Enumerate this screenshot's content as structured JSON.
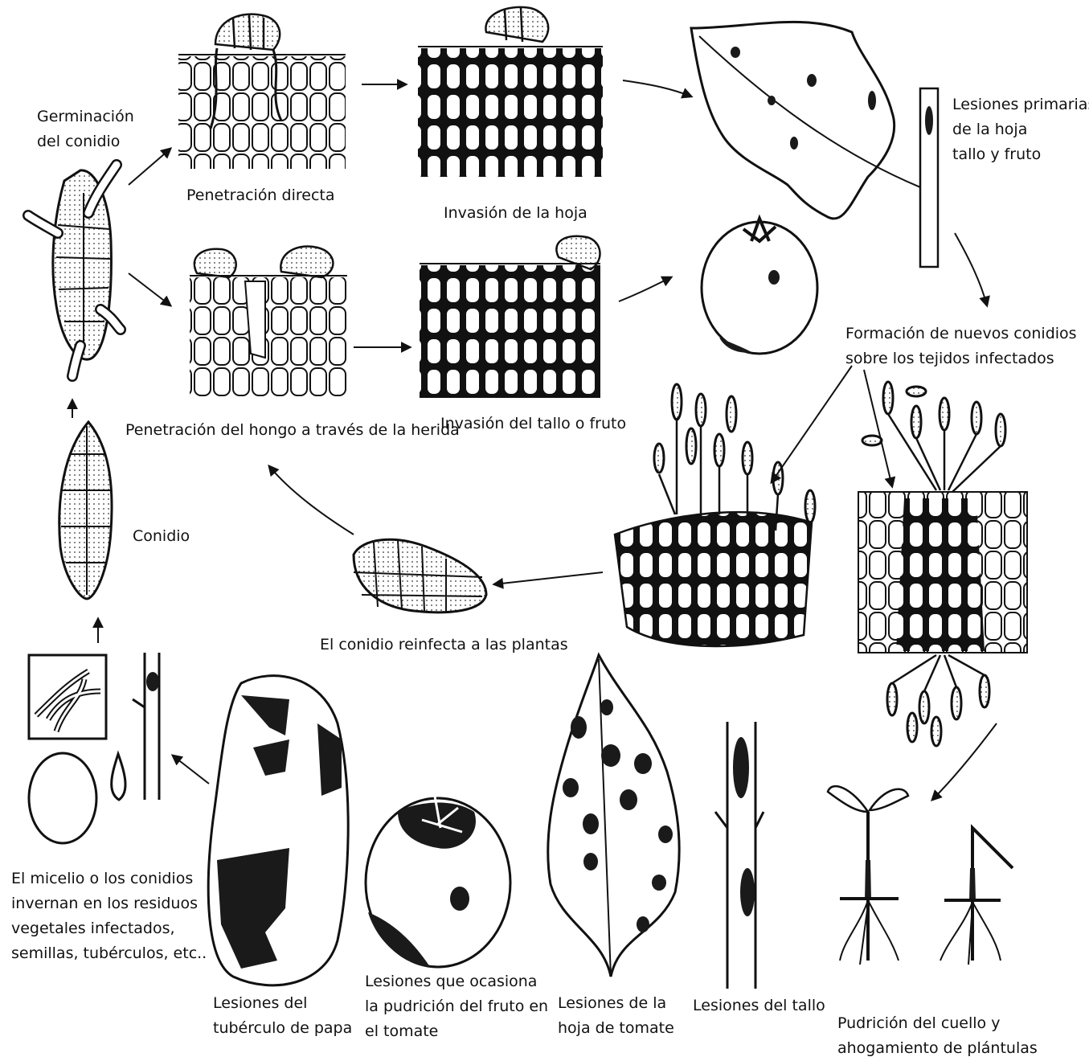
{
  "labels": {
    "germinacion": [
      "Germinación",
      "del conidio"
    ],
    "penetracion_directa": "Penetración directa",
    "invasion_hoja": "Invasión de la hoja",
    "lesiones_primarias": [
      "Lesiones primarias",
      "de la hoja",
      "tallo y fruto"
    ],
    "penetracion_herida": "Penetración del hongo a través de la herida",
    "invasion_tallo": "Invasión del tallo o fruto",
    "formacion": [
      "Formación de nuevos conidios",
      "sobre los tejidos infectados"
    ],
    "conidio": "Conidio",
    "reinfecta": "El conidio reinfecta a las plantas",
    "micelio": [
      "El micelio o los conidios",
      "invernan en los residuos",
      "vegetales infectados,",
      "semillas, tubérculos, etc.."
    ],
    "tuberculo": [
      "Lesiones del",
      "tubérculo de papa"
    ],
    "pudricion_fruto": [
      "Lesiones que ocasiona",
      "la pudrición  del fruto en",
      "el tomate"
    ],
    "hoja_tomate": [
      "Lesiones de la",
      "hoja de tomate"
    ],
    "tallo": "Lesiones del tallo",
    "cuello": [
      "Pudrición del cuello y",
      "ahogamiento de plántulas"
    ]
  },
  "colors": {
    "ink": "#111111",
    "paper": "#ffffff",
    "lesion": "#1a1a1a"
  }
}
